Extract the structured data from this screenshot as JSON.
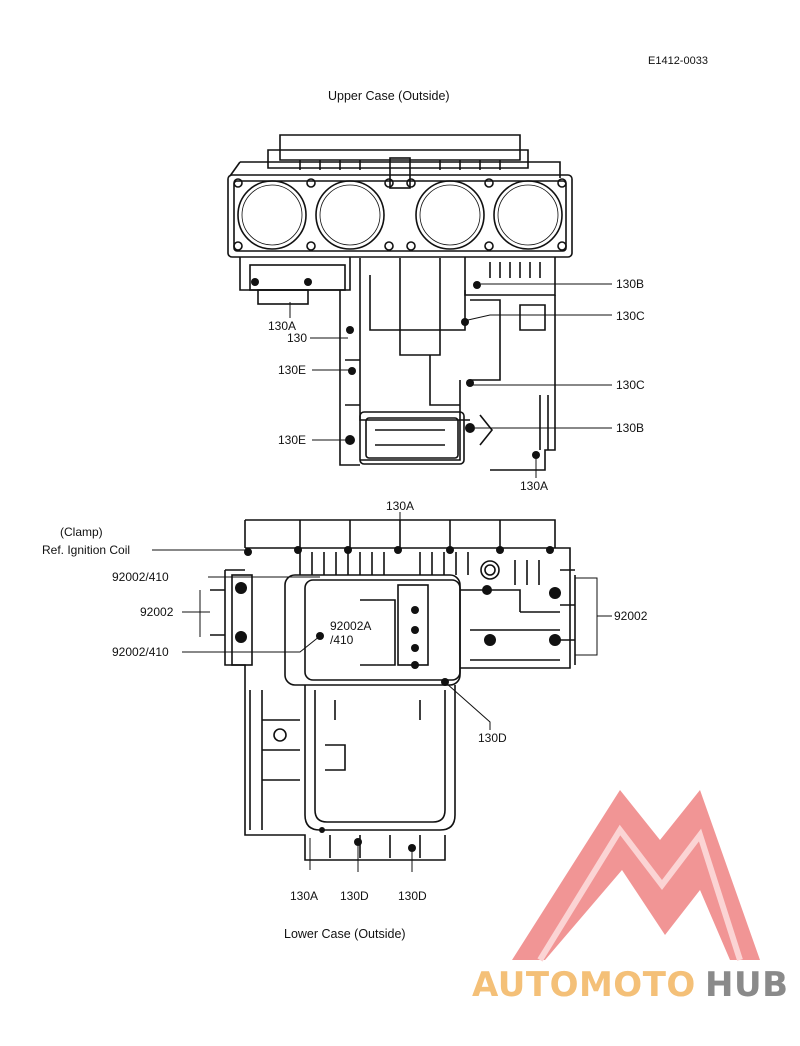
{
  "figure_code": "E1412-0033",
  "upper_title": "Upper Case (Outside)",
  "lower_title": "Lower Case  (Outside)",
  "upper_labels": {
    "a130a": "130A",
    "a130": "130",
    "a130e_1": "130E",
    "a130e_2": "130E",
    "a130b_1": "130B",
    "a130c_1": "130C",
    "a130c_2": "130C",
    "a130b_2": "130B",
    "a130a_bottom": "130A"
  },
  "lower_labels": {
    "a130a_top": "130A",
    "clamp": "(Clamp)",
    "ignition": "Ref. Ignition Coil",
    "b92002_410_1": "92002/410",
    "b92002_left": "92002",
    "b92002_410_2": "92002/410",
    "b92002a": "92002A",
    "b410": "/410",
    "b92002_right": "92002",
    "b130d_right": "130D",
    "b130a_bottom": "130A",
    "b130d_1": "130D",
    "b130d_2": "130D"
  },
  "watermark": {
    "part1": "AUTOMOTO",
    "part2": "HUB",
    "color_primary": "#f08a8a",
    "color_accent": "#f4c078",
    "color_dark": "#8a8a8a"
  }
}
